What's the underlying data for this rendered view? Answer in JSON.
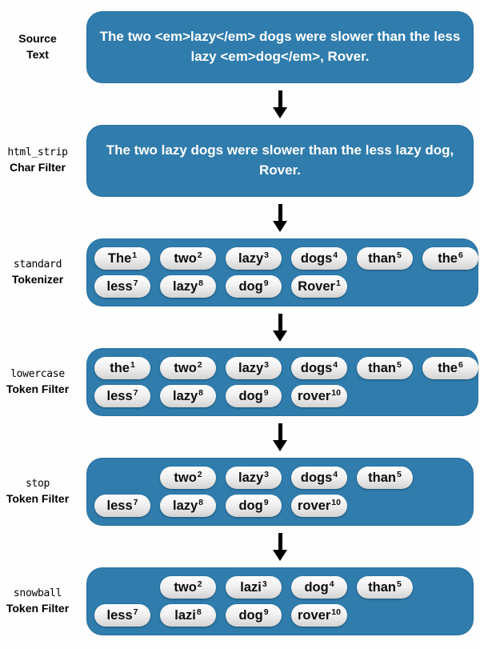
{
  "palette": {
    "box_blue": "#2f7cad",
    "box_text": "#ffffff",
    "label_text": "#000000",
    "pill_top": "#ffffff",
    "pill_bottom": "#d3d3d3",
    "pill_text": "#0c0c0c",
    "arrow": "#000000",
    "background": "#fefefe"
  },
  "stages": [
    {
      "label": {
        "line1": "Source",
        "line2": "Text"
      },
      "kind": "text",
      "lines": [
        "The two <em>lazy</em> dogs were slower than the less",
        "lazy <em>dog</em>, Rover."
      ]
    },
    {
      "label": {
        "line1": "html_strip",
        "line2": "Char Filter"
      },
      "kind": "text",
      "lines": [
        "The two lazy dogs were slower than the less lazy dog,",
        "Rover."
      ]
    },
    {
      "label": {
        "line1": "standard",
        "line2": "Tokenizer"
      },
      "kind": "tokens",
      "rows": [
        {
          "lead_gap": false,
          "tokens": [
            {
              "t": "The",
              "p": "1"
            },
            {
              "t": "two",
              "p": "2"
            },
            {
              "t": "lazy",
              "p": "3"
            },
            {
              "t": "dogs",
              "p": "4"
            },
            {
              "t": "than",
              "p": "5"
            },
            {
              "t": "the",
              "p": "6"
            }
          ]
        },
        {
          "lead_gap": false,
          "tokens": [
            {
              "t": "less",
              "p": "7"
            },
            {
              "t": "lazy",
              "p": "8"
            },
            {
              "t": "dog",
              "p": "9"
            },
            {
              "t": "Rover",
              "p": "1"
            }
          ]
        }
      ]
    },
    {
      "label": {
        "line1": "lowercase",
        "line2": "Token Filter"
      },
      "kind": "tokens",
      "rows": [
        {
          "lead_gap": false,
          "tokens": [
            {
              "t": "the",
              "p": "1"
            },
            {
              "t": "two",
              "p": "2"
            },
            {
              "t": "lazy",
              "p": "3"
            },
            {
              "t": "dogs",
              "p": "4"
            },
            {
              "t": "than",
              "p": "5"
            },
            {
              "t": "the",
              "p": "6"
            }
          ]
        },
        {
          "lead_gap": false,
          "tokens": [
            {
              "t": "less",
              "p": "7"
            },
            {
              "t": "lazy",
              "p": "8"
            },
            {
              "t": "dog",
              "p": "9"
            },
            {
              "t": "rover",
              "p": "10"
            }
          ]
        }
      ]
    },
    {
      "label": {
        "line1": "stop",
        "line2": "Token Filter"
      },
      "kind": "tokens",
      "rows": [
        {
          "lead_gap": true,
          "tokens": [
            {
              "t": "two",
              "p": "2"
            },
            {
              "t": "lazy",
              "p": "3"
            },
            {
              "t": "dogs",
              "p": "4"
            },
            {
              "t": "than",
              "p": "5"
            }
          ]
        },
        {
          "lead_gap": false,
          "tokens": [
            {
              "t": "less",
              "p": "7"
            },
            {
              "t": "lazy",
              "p": "8"
            },
            {
              "t": "dog",
              "p": "9"
            },
            {
              "t": "rover",
              "p": "10"
            }
          ]
        }
      ]
    },
    {
      "label": {
        "line1": "snowball",
        "line2": "Token Filter"
      },
      "kind": "tokens",
      "rows": [
        {
          "lead_gap": true,
          "tokens": [
            {
              "t": "two",
              "p": "2"
            },
            {
              "t": "lazi",
              "p": "3"
            },
            {
              "t": "dog",
              "p": "4"
            },
            {
              "t": "than",
              "p": "5"
            }
          ]
        },
        {
          "lead_gap": false,
          "tokens": [
            {
              "t": "less",
              "p": "7"
            },
            {
              "t": "lazi",
              "p": "8"
            },
            {
              "t": "dog",
              "p": "9"
            },
            {
              "t": "rover",
              "p": "10"
            }
          ]
        }
      ]
    }
  ]
}
